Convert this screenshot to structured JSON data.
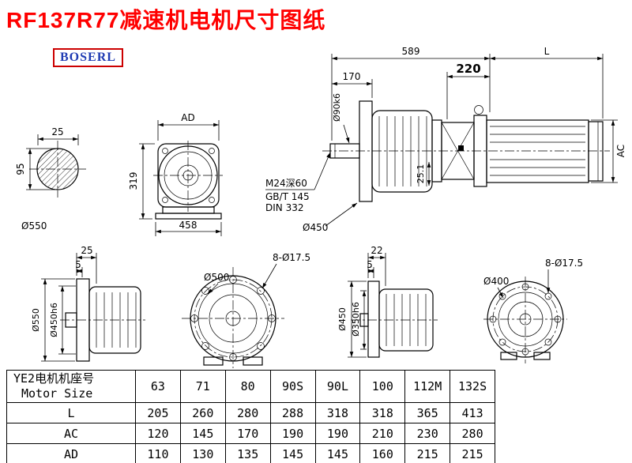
{
  "page": {
    "title": "RF137R77减速机电机尺寸图纸",
    "logo": "BOSERL"
  },
  "drawings": {
    "shaft_section": {
      "d25": "25",
      "d95": "95",
      "dia": "Ø550"
    },
    "front_view": {
      "ad": "AD",
      "d319": "319",
      "d458": "458"
    },
    "main": {
      "d589": "589",
      "d170": "170",
      "shaft_dia": "Ø90k6",
      "d220": "220",
      "dL": "L",
      "dAC": "AC",
      "thread": "M24深60",
      "std1": "GB/T 145",
      "std2": "DIN 332",
      "flange_dia": "Ø450",
      "d251": "25.1"
    },
    "b1": {
      "d25": "25",
      "d5": "5",
      "dia_outer": "Ø550",
      "dia_spigot": "Ø450h6"
    },
    "b2": {
      "holes": "8-Ø17.5",
      "dia": "Ø500"
    },
    "b3": {
      "d22": "22",
      "d5": "5",
      "dia_outer": "Ø450",
      "dia_spigot": "Ø350h6"
    },
    "b4": {
      "holes": "8-Ø17.5",
      "dia": "Ø400"
    }
  },
  "table": {
    "header_cn": "YE2电机机座号",
    "header_en": "Motor Size",
    "sizes": [
      "63",
      "71",
      "80",
      "90S",
      "90L",
      "100",
      "112M",
      "132S"
    ],
    "rows": [
      {
        "label": "L",
        "values": [
          "205",
          "260",
          "280",
          "288",
          "318",
          "318",
          "365",
          "413"
        ]
      },
      {
        "label": "AC",
        "values": [
          "120",
          "145",
          "170",
          "190",
          "190",
          "210",
          "230",
          "280"
        ]
      },
      {
        "label": "AD",
        "values": [
          "110",
          "130",
          "135",
          "145",
          "145",
          "160",
          "215",
          "215"
        ]
      }
    ]
  }
}
